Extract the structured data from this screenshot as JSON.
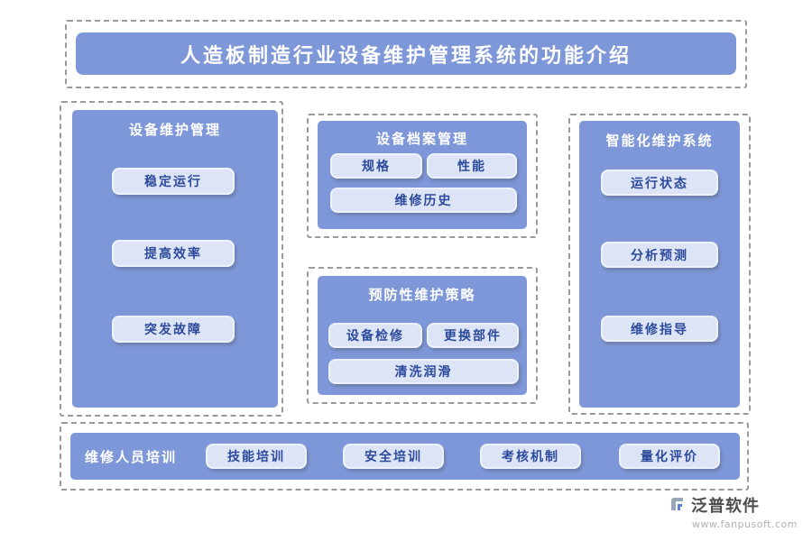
{
  "header": {
    "title": "人造板制造行业设备维护管理系统的功能介绍"
  },
  "panels": {
    "maintenance": {
      "title": "设备维护管理",
      "items": [
        "稳定运行",
        "提高效率",
        "突发故障"
      ]
    },
    "archive": {
      "title": "设备档案管理",
      "row1": [
        "规格",
        "性能"
      ],
      "row2": "维修历史"
    },
    "prevention": {
      "title": "预防性维护策略",
      "row1": [
        "设备检修",
        "更换部件"
      ],
      "row2": "清洗润滑"
    },
    "intelligent": {
      "title": "智能化维护系统",
      "items": [
        "运行状态",
        "分析预测",
        "维修指导"
      ]
    },
    "training": {
      "title": "维修人员培训",
      "items": [
        "技能培训",
        "安全培训",
        "考核机制",
        "量化评价"
      ]
    }
  },
  "footer": {
    "brand": "泛普软件",
    "url": "www.fanpusoft.com"
  },
  "colors": {
    "panel_blue": "#7E97D8",
    "button_bg": "#DDE4F6",
    "button_text": "#2B4A9B",
    "dashed_border": "#9A9A9A"
  }
}
